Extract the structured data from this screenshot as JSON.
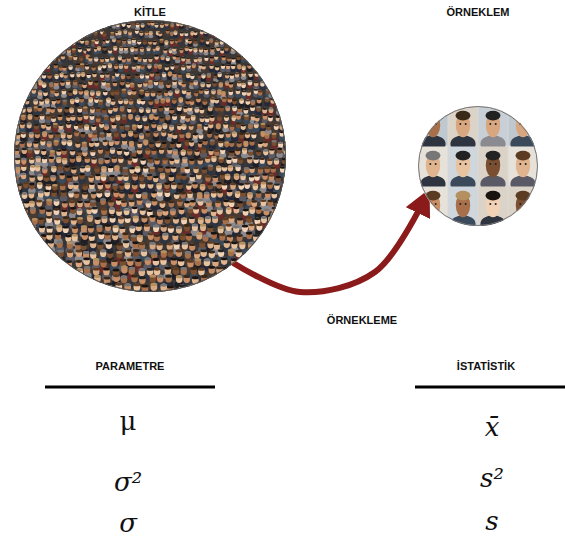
{
  "diagram": {
    "nodes": [
      {
        "text": [
          "KİTLE"
        ]
      },
      {
        "text": [
          "ÖRNEKLEM"
        ]
      }
    ],
    "edges": [
      {
        "from": 0,
        "to": 1,
        "arrow": "to",
        "label": "ÖRNEKLEME"
      }
    ],
    "labels": [
      "PARAMETRE",
      "İSTATİSTİK",
      "μ",
      "σ²",
      "σ",
      "x̄",
      "s²",
      "s"
    ]
  }
}
